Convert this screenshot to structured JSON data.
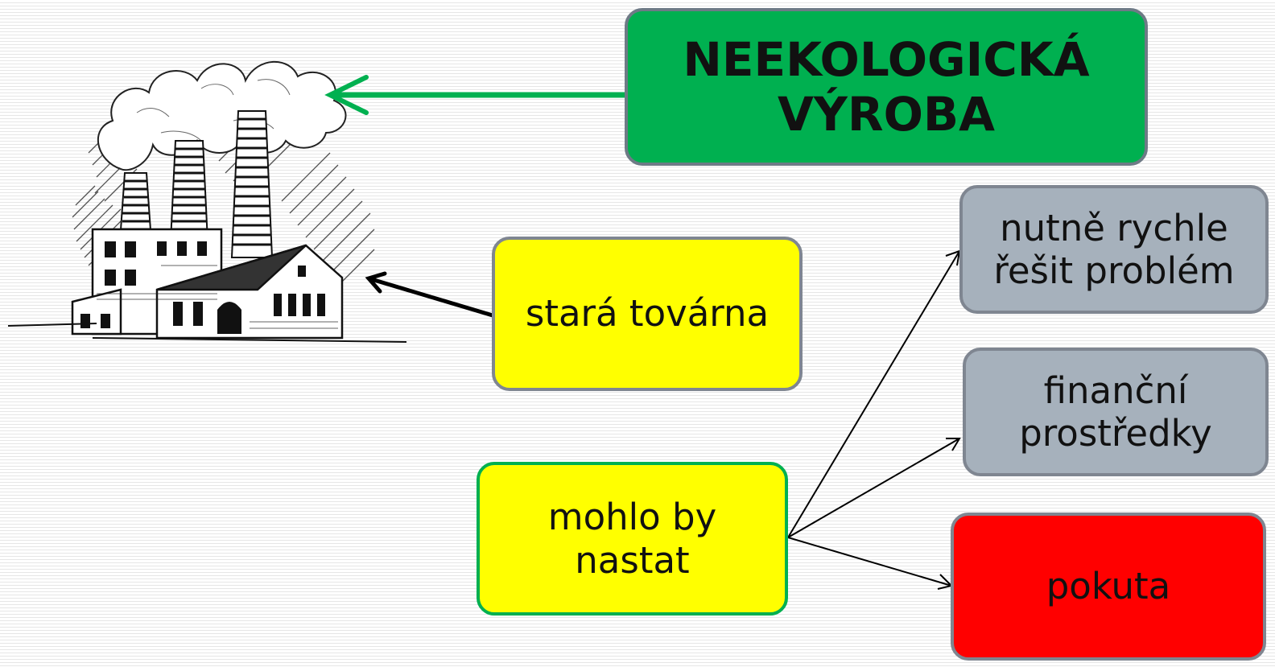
{
  "title": {
    "line1": "NEEKOLOGICKÁ",
    "line2": "VÝROBA",
    "bg_color": "#00b050"
  },
  "nodes": {
    "old_factory": {
      "text": "stará továrna",
      "bg_color": "#ffff00"
    },
    "could_happen": {
      "line1": "mohlo by",
      "line2": "nastat",
      "bg_color": "#ffff00"
    },
    "urgent": {
      "line1": "nutně rychle",
      "line2": "řešit problém",
      "bg_color": "#a6b1bc"
    },
    "finance": {
      "line1": "finanční",
      "line2": "prostředky",
      "bg_color": "#a6b1bc"
    },
    "fine": {
      "text": "pokuta",
      "bg_color": "#ff0000"
    }
  },
  "illustration": {
    "icon": "factory-icon"
  }
}
